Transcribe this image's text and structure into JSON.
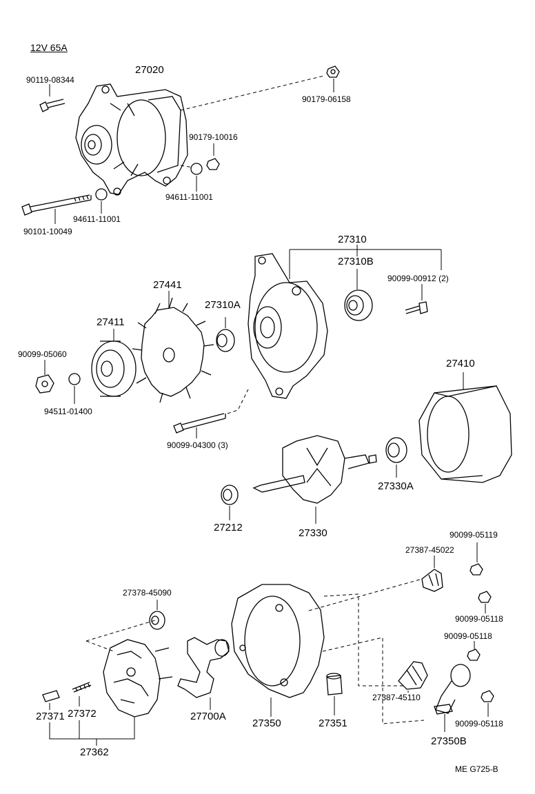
{
  "header": "12V  65A",
  "figure_ref": "ME  G725-B",
  "labels": {
    "p27020": "27020",
    "p90119_08344": "90119-08344",
    "p90179_06158": "90179-06158",
    "p90179_10016": "90179-10016",
    "p94611_11001_a": "94611-11001",
    "p94611_11001_b": "94611-11001",
    "p90101_10049": "90101-10049",
    "p27310": "27310",
    "p27310B": "27310B",
    "p90099_00912": "90099-00912 (2)",
    "p27441": "27441",
    "p27310A": "27310A",
    "p27411": "27411",
    "p90099_05060": "90099-05060",
    "p94511_01400": "94511-01400",
    "p27410": "27410",
    "p90099_04300": "90099-04300 (3)",
    "p27330A": "27330A",
    "p27212": "27212",
    "p27330": "27330",
    "p90099_05119": "90099-05119",
    "p27387_45022": "27387-45022",
    "p27378_45090": "27378-45090",
    "p90099_05118_a": "90099-05118",
    "p90099_05118_b": "90099-05118",
    "p90099_05118_c": "90099-05118",
    "p27387_45110": "27387-45110",
    "p27372": "27372",
    "p27371": "27371",
    "p27362": "27362",
    "p27700A": "27700A",
    "p27350": "27350",
    "p27351": "27351",
    "p27350B": "27350B"
  }
}
